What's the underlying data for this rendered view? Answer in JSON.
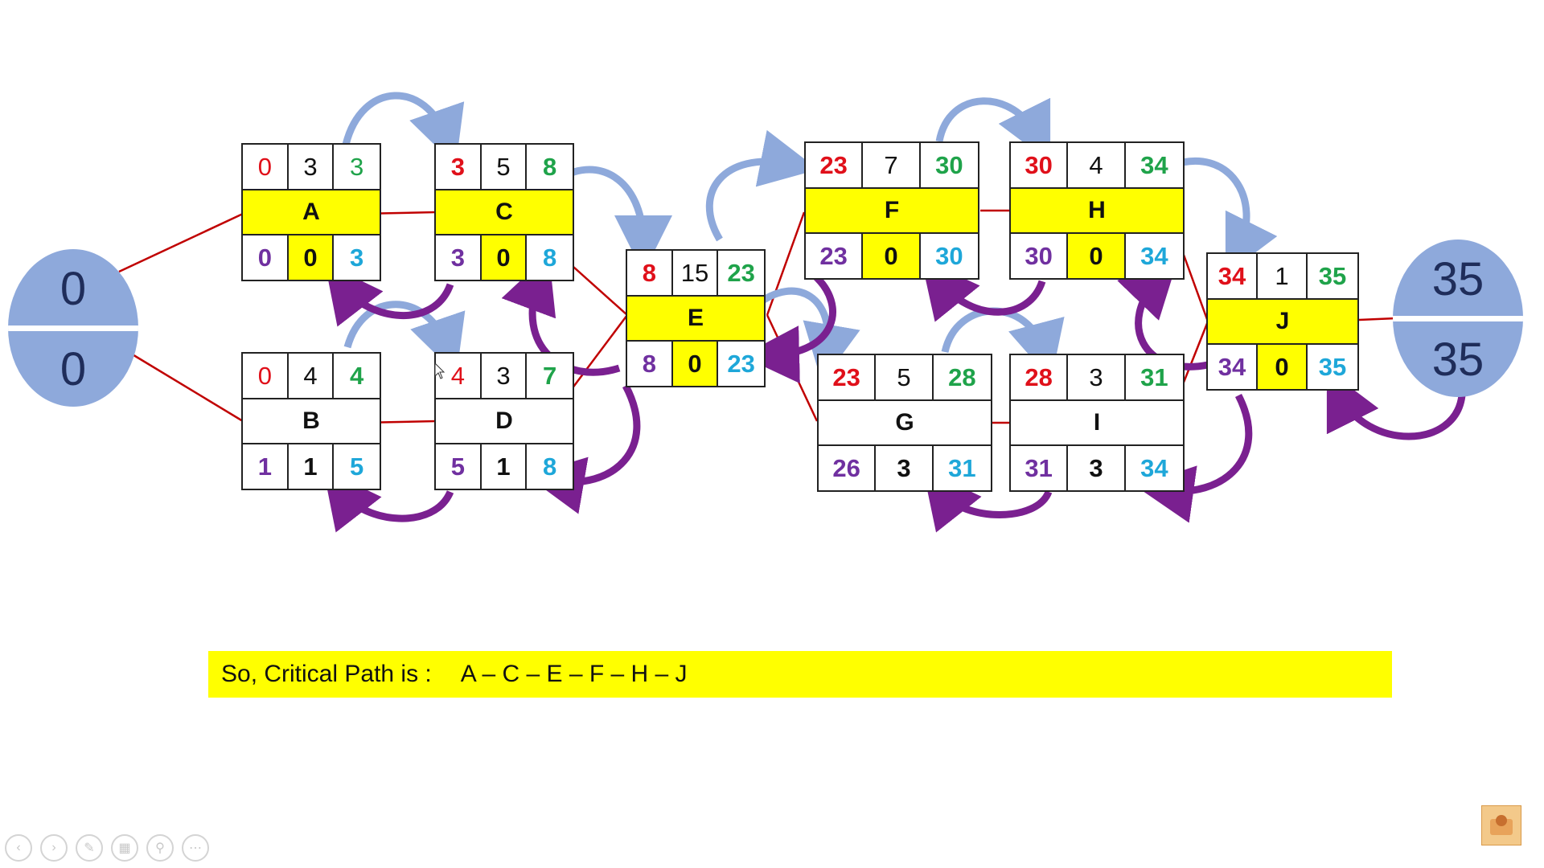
{
  "colors": {
    "critical_highlight": "#ffff00",
    "early_start": "#e0101a",
    "duration": "#111111",
    "early_finish": "#1fa34a",
    "late_start": "#7030a0",
    "late_finish": "#1ea7d9",
    "connector": "#c00000",
    "backward_arrow": "#7a2090",
    "forward_arrow": "#8ea9db",
    "event_circle": "#8ea9db"
  },
  "start_event": {
    "top": "0",
    "bottom": "0"
  },
  "end_event": {
    "top": "35",
    "bottom": "35"
  },
  "activities": {
    "A": {
      "name": "A",
      "es": "0",
      "dur": "3",
      "ef": "3",
      "ls": "0",
      "slack": "0",
      "lf": "3",
      "critical": true
    },
    "B": {
      "name": "B",
      "es": "0",
      "dur": "4",
      "ef": "4",
      "ls": "1",
      "slack": "1",
      "lf": "5",
      "critical": false
    },
    "C": {
      "name": "C",
      "es": "3",
      "dur": "5",
      "ef": "8",
      "ls": "3",
      "slack": "0",
      "lf": "8",
      "critical": true
    },
    "D": {
      "name": "D",
      "es": "4",
      "dur": "3",
      "ef": "7",
      "ls": "5",
      "slack": "1",
      "lf": "8",
      "critical": false
    },
    "E": {
      "name": "E",
      "es": "8",
      "dur": "15",
      "ef": "23",
      "ls": "8",
      "slack": "0",
      "lf": "23",
      "critical": true
    },
    "F": {
      "name": "F",
      "es": "23",
      "dur": "7",
      "ef": "30",
      "ls": "23",
      "slack": "0",
      "lf": "30",
      "critical": true
    },
    "G": {
      "name": "G",
      "es": "23",
      "dur": "5",
      "ef": "28",
      "ls": "26",
      "slack": "3",
      "lf": "31",
      "critical": false
    },
    "H": {
      "name": "H",
      "es": "30",
      "dur": "4",
      "ef": "34",
      "ls": "30",
      "slack": "0",
      "lf": "34",
      "critical": true
    },
    "I": {
      "name": "I",
      "es": "28",
      "dur": "3",
      "ef": "31",
      "ls": "31",
      "slack": "3",
      "lf": "34",
      "critical": false
    },
    "J": {
      "name": "J",
      "es": "34",
      "dur": "1",
      "ef": "35",
      "ls": "34",
      "slack": "0",
      "lf": "35",
      "critical": true
    }
  },
  "banner": {
    "label": "So, Critical Path is :",
    "path": "A – C – E – F – H – J"
  },
  "controls": [
    {
      "name": "previous-slide",
      "icon": "arrow-left-icon"
    },
    {
      "name": "next-slide",
      "icon": "arrow-right-icon"
    },
    {
      "name": "pen-tool",
      "icon": "pen-icon"
    },
    {
      "name": "see-all-slides",
      "icon": "slides-icon"
    },
    {
      "name": "zoom",
      "icon": "zoom-icon"
    },
    {
      "name": "more-options",
      "icon": "more-icon"
    }
  ]
}
